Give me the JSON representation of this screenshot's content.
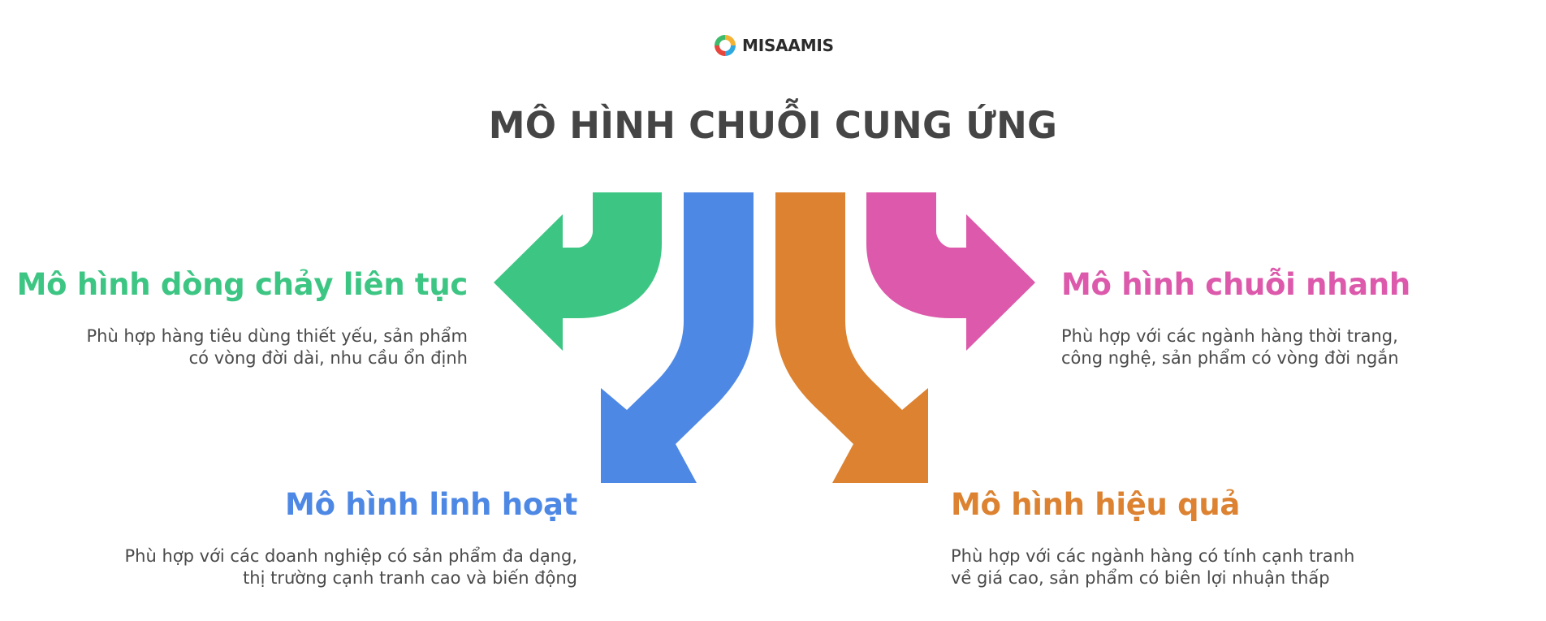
{
  "brand": {
    "logo_text": "MISAAMIS"
  },
  "title": "MÔ HÌNH CHUỖI CUNG ỨNG",
  "colors": {
    "green": "#3DC683",
    "blue": "#4E88E5",
    "orange": "#DC8230",
    "pink": "#DC59AB",
    "title": "#454545",
    "text": "#4a4a4a"
  },
  "models": [
    {
      "name": "Mô hình dòng chảy liên tục",
      "desc_line1": "Phù hợp hàng tiêu dùng thiết yếu, sản phẩm",
      "desc_line2": "có vòng đời dài, nhu cầu ổn định"
    },
    {
      "name": "Mô hình chuỗi nhanh",
      "desc_line1": "Phù hợp với các ngành hàng thời trang,",
      "desc_line2": "công nghệ, sản phẩm có vòng đời ngắn"
    },
    {
      "name": "Mô hình linh hoạt",
      "desc_line1": "Phù hợp với các doanh nghiệp có sản phẩm đa dạng,",
      "desc_line2": "thị trường cạnh tranh cao và biến động"
    },
    {
      "name": "Mô hình hiệu quả",
      "desc_line1": "Phù hợp với các ngành hàng có tính cạnh tranh",
      "desc_line2": "về giá cao, sản phẩm có biên lợi nhuận thấp"
    }
  ]
}
